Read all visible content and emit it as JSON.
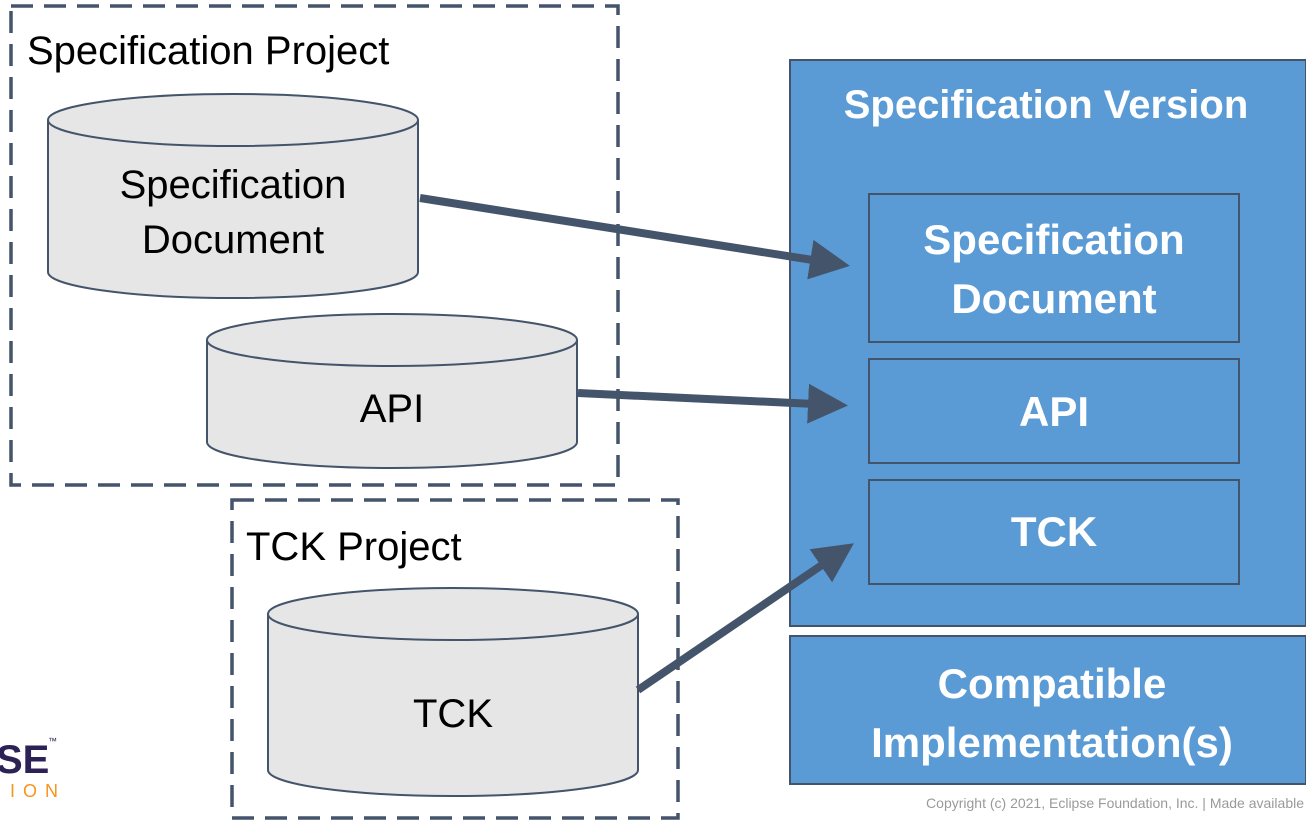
{
  "spec_project": {
    "title": "Specification Project",
    "spec_doc": [
      "Specification",
      "Document"
    ],
    "api": "API"
  },
  "tck_project": {
    "title": "TCK Project",
    "tck": "TCK"
  },
  "spec_version": {
    "title": "Specification Version",
    "doc": [
      "Specification",
      "Document"
    ],
    "api": "API",
    "tck": "TCK"
  },
  "compatible": [
    "Compatible",
    "Implementation(s)"
  ],
  "logo": {
    "text": "SE",
    "sub": "ION",
    "tm": "™"
  },
  "copyright": "Copyright (c) 2021, Eclipse Foundation, Inc. | Made available",
  "colors": {
    "blue": "#5b9bd5",
    "dark": "#44546a",
    "cyl_fill": "#e6e6e6",
    "logo_orange": "#f7941e",
    "logo_purple": "#2c2255"
  }
}
